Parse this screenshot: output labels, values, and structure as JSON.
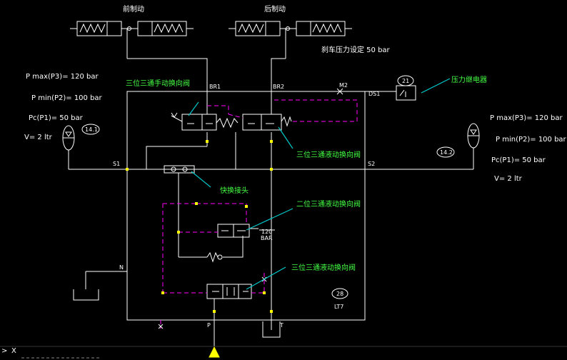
{
  "title_front": "前制动",
  "title_rear": "后制动",
  "spring_note": "刹车压力设定 50 bar",
  "ports": {
    "br1": "BR1",
    "br2": "BR2",
    "m2": "M2",
    "ds1": "DS1",
    "s1": "S1",
    "s2": "S2",
    "n": "N",
    "p": "P",
    "t": "T",
    "lt": "LT7"
  },
  "left_params": {
    "pmax": "P max(P3)= 120 bar",
    "pmin": "P min(P2)= 100 bar",
    "pc": "Pc(P1)= 50 bar",
    "v": "V= 2 ltr"
  },
  "right_params": {
    "pmax": "P max(P3)= 120 bar",
    "pmin": "P min(P2)= 100 bar",
    "pc": "Pc(P1)= 50 bar",
    "v": "V= 2 ltr"
  },
  "callouts": {
    "manual_valve": "三位三通手动换向阀",
    "pressure_relay": "压力继电器",
    "hydraulic_valve_top": "三位三通液动换向阀",
    "quick_coupler": "快换接头",
    "hydraulic_valve_mid": "二位三通液动换向阀",
    "hydraulic_valve_bottom": "三位三通液动换向阀"
  },
  "bubbles": {
    "relay": "21",
    "acc_left": "14.1",
    "acc_right": "14.2",
    "valve_28": "28"
  },
  "valve_setting": {
    "value": "120",
    "unit": "BAR"
  },
  "command_prompt": "X",
  "colors": {
    "background": "#000000",
    "lines": "#ffffff",
    "pilot_lines": "#ff00ff",
    "callout_text": "#44ff44",
    "leader_lines": "#00c8c8",
    "nodes": "#ffff00"
  }
}
